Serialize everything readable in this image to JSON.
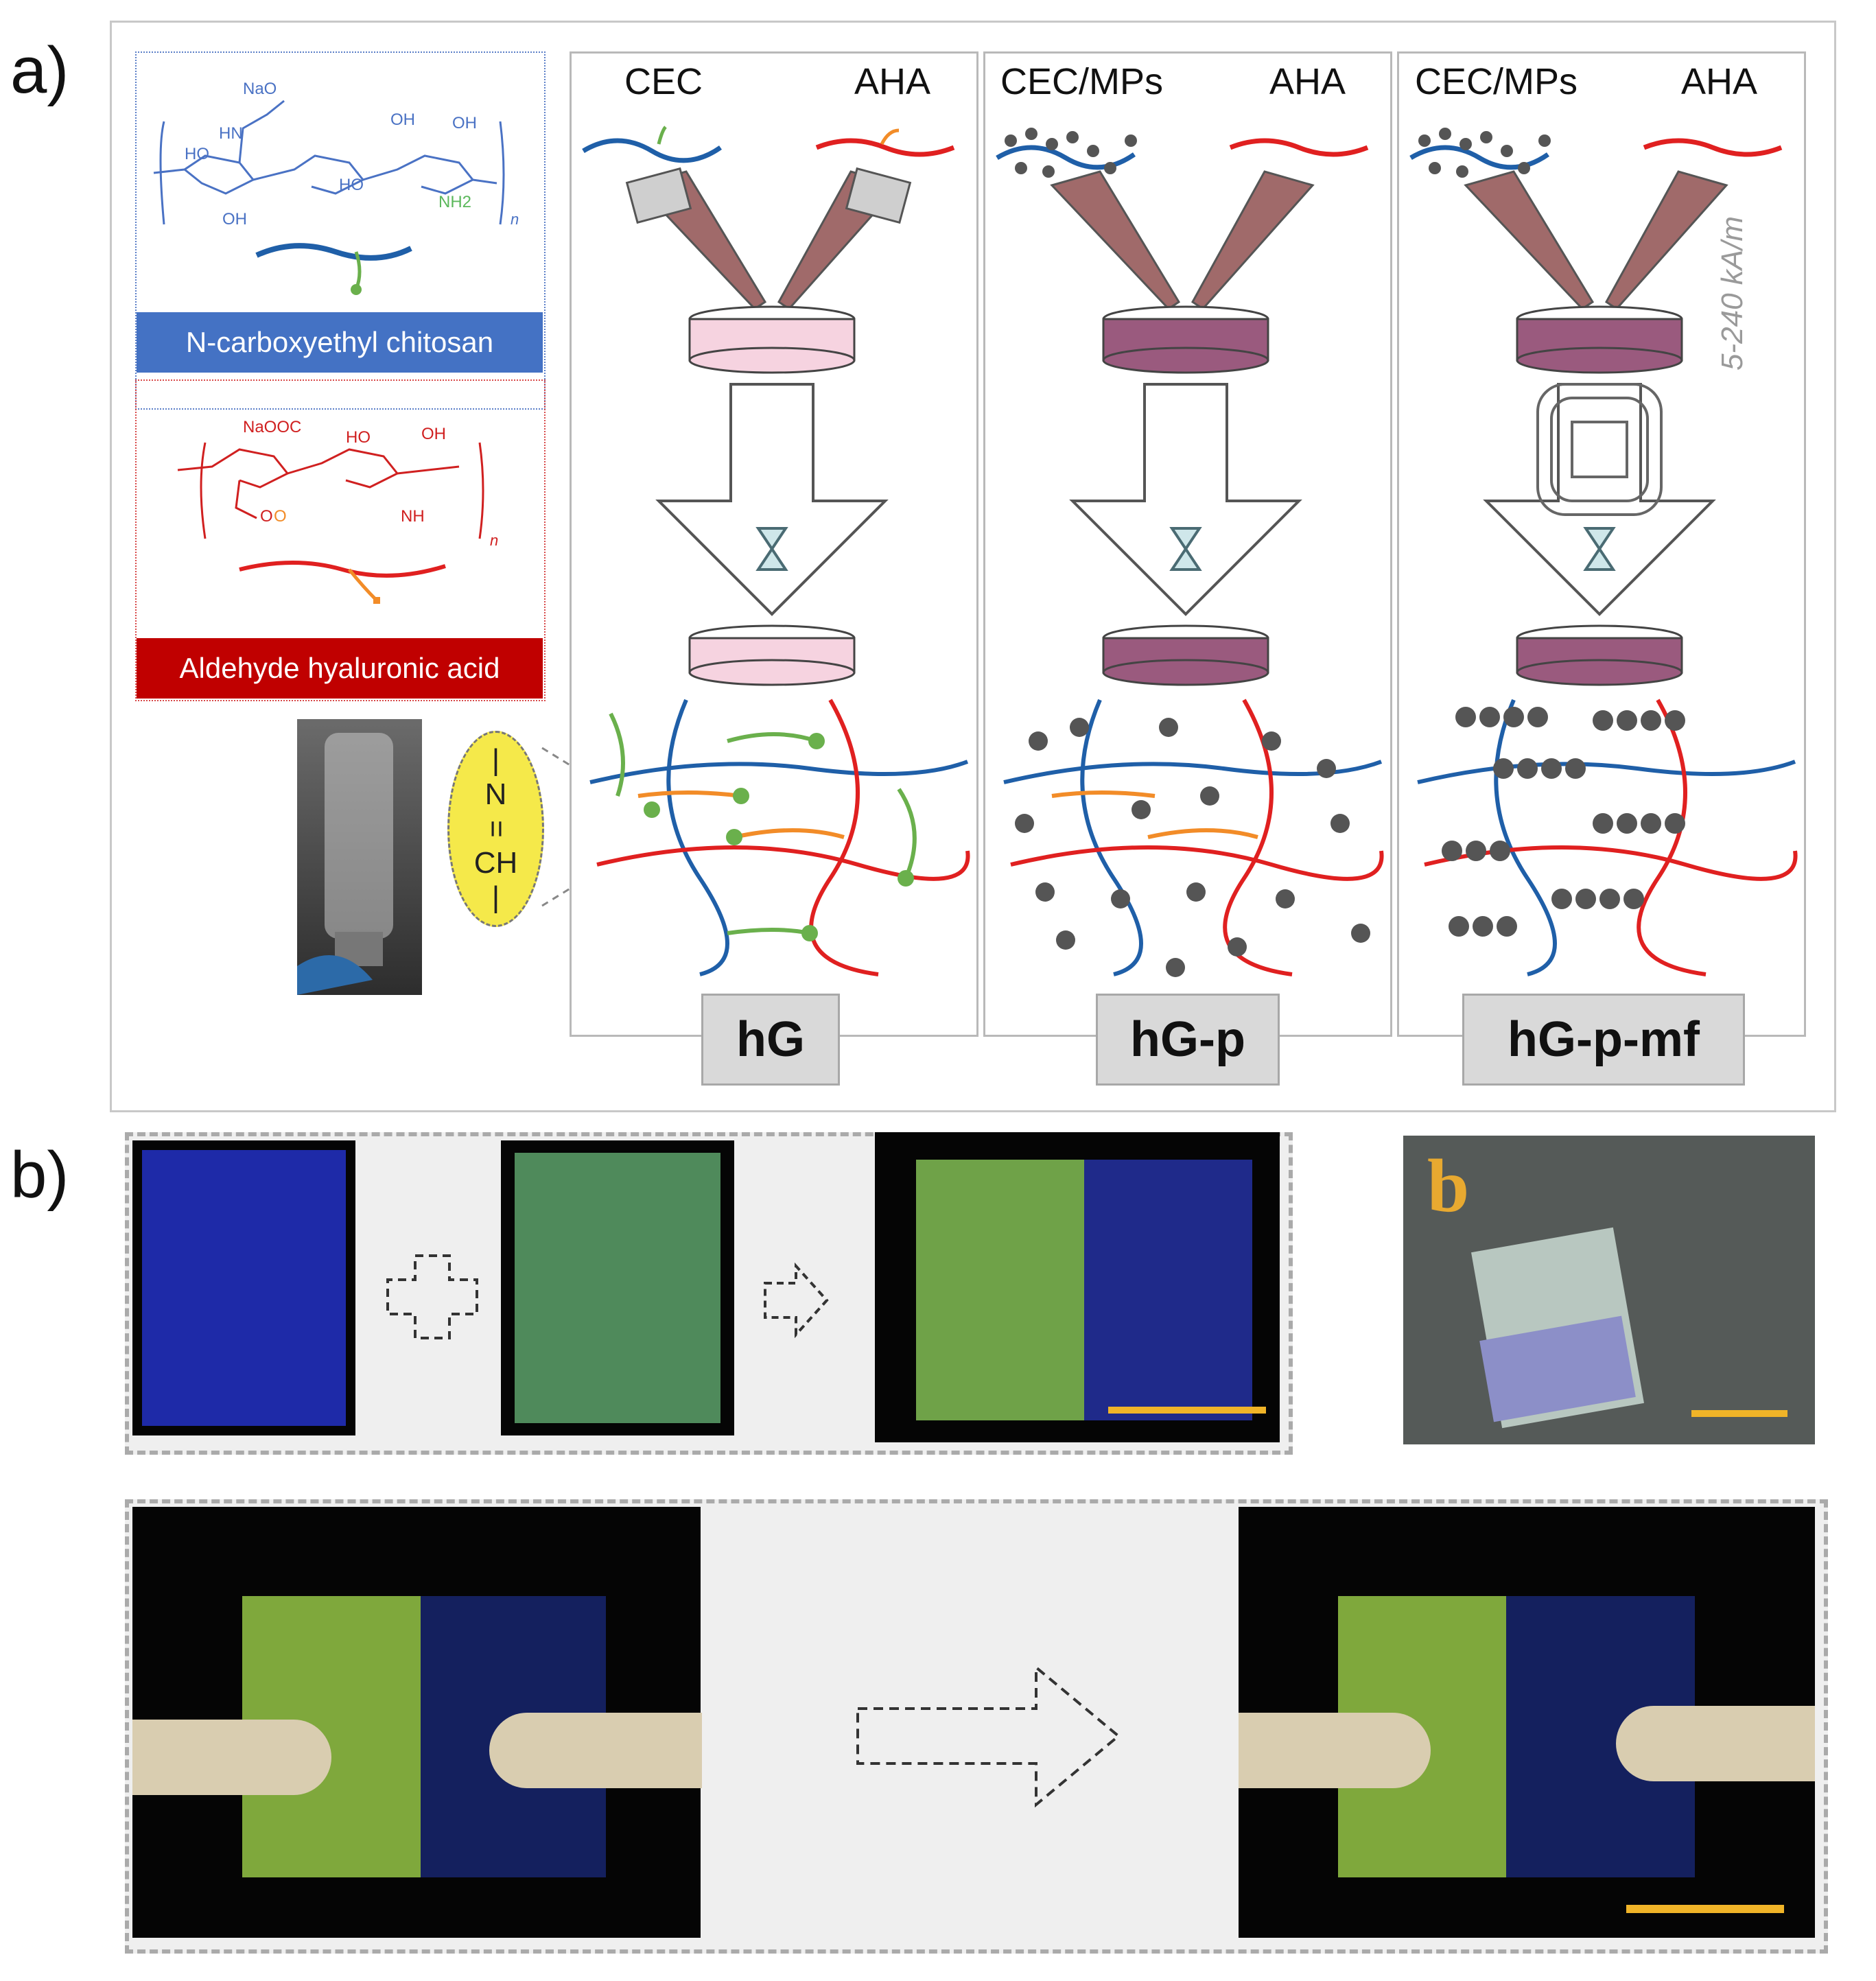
{
  "panel_labels": {
    "a": "a)",
    "b": "b)"
  },
  "structures": {
    "cec_band": "N-carboxyethyl chitosan",
    "aha_band": "Aldehyde hyaluronic acid",
    "cec_atoms": {
      "naoc": "NaO",
      "hn": "HN",
      "ho1": "HO",
      "oh1": "OH",
      "oh2": "OH",
      "ho2": "HO",
      "nh2": "NH2",
      "n": "n",
      "oh3": "OH"
    },
    "aha_atoms": {
      "naooc": "NaOOC",
      "ho": "HO",
      "oh": "OH",
      "nh": "NH",
      "o1": "O",
      "o2": "O",
      "n": "n"
    }
  },
  "bond": {
    "top": "|",
    "n": "N",
    "eq": "=",
    "ch": "CH",
    "bottom": "|"
  },
  "columns": [
    {
      "left_reagent": "CEC",
      "right_reagent": "AHA",
      "label": "hG"
    },
    {
      "left_reagent": "CEC/MPs",
      "right_reagent": "AHA",
      "label": "hG-p"
    },
    {
      "left_reagent": "CEC/MPs",
      "right_reagent": "AHA",
      "label": "hG-p-mf"
    }
  ],
  "field_label": "5-240 kA/m",
  "photo_b_inset_letter": "b",
  "colors": {
    "cec_blue": "#1f5fa8",
    "aha_red": "#e02020",
    "green_branch": "#6ab04c",
    "orange_branch": "#f28c28",
    "gel_pink": "#f6d3e0",
    "gel_purple": "#9a5a7e",
    "particle": "#555555",
    "scale_bar": "#f0b428"
  }
}
